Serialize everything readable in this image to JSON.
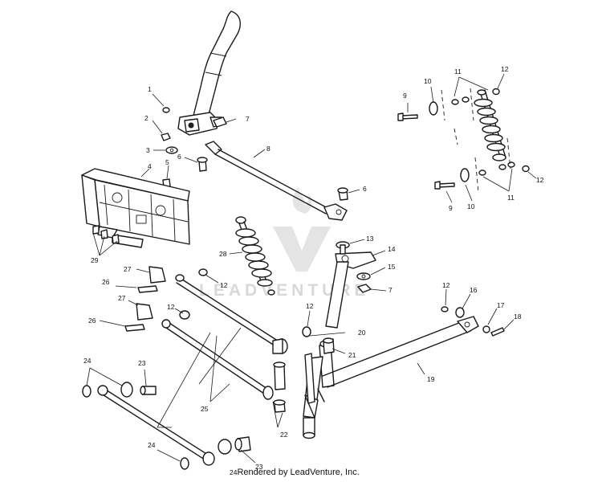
{
  "watermark": {
    "text": "LEADVENTURE"
  },
  "footer": {
    "part_number": "24",
    "credit": "Rendered by LeadVenture, Inc."
  },
  "callouts": {
    "c1": "1",
    "c2": "2",
    "c3": "3",
    "c4": "4",
    "c5": "5",
    "c6a": "6",
    "c6b": "6",
    "c7a": "7",
    "c7b": "7",
    "c8": "8",
    "c9a": "9",
    "c9b": "9",
    "c10a": "10",
    "c10b": "10",
    "c11a": "11",
    "c11b": "11",
    "c12a": "12",
    "c12b": "12",
    "c12c": "12",
    "c12d": "12",
    "c12e": "12",
    "c12f": "12",
    "c13": "13",
    "c14": "14",
    "c15": "15",
    "c16": "16",
    "c17": "17",
    "c18": "18",
    "c19": "19",
    "c20": "20",
    "c21": "21",
    "c22": "22",
    "c23a": "23",
    "c23b": "23",
    "c24a": "24",
    "c24b": "24",
    "c25": "25",
    "c26a": "26",
    "c26b": "26",
    "c27a": "27",
    "c27b": "27",
    "c28": "28",
    "c29": "29"
  }
}
